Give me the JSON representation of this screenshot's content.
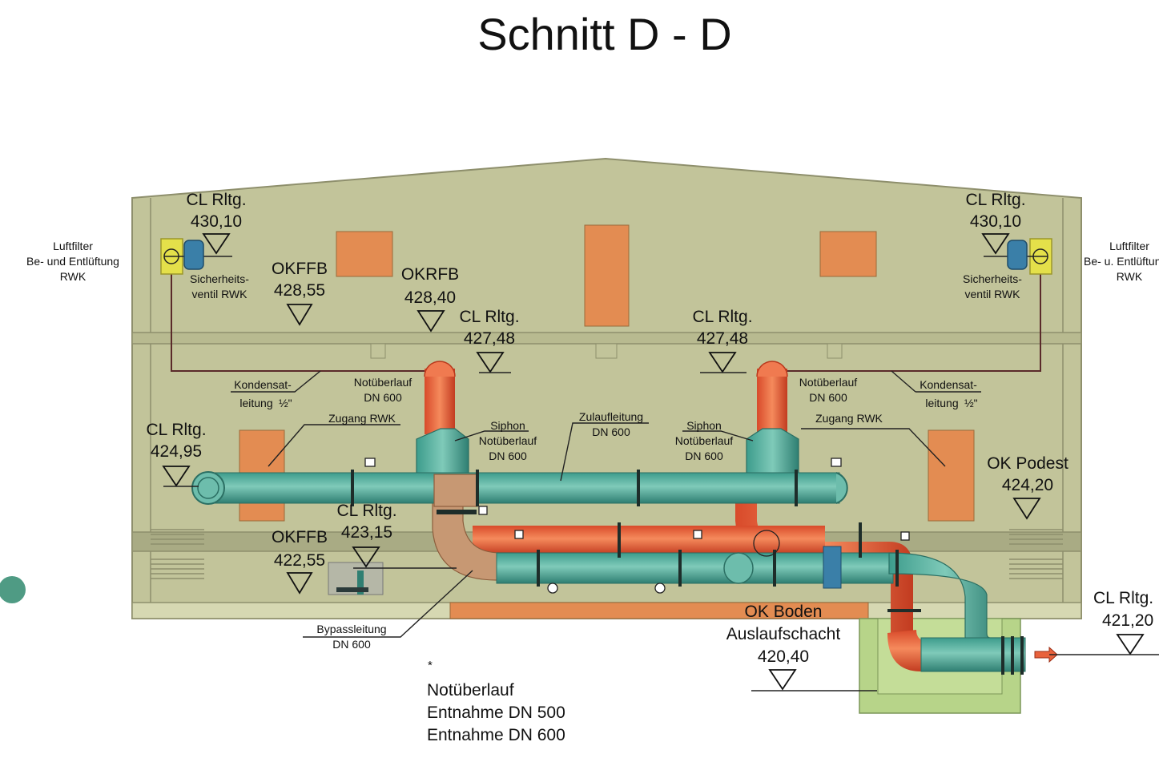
{
  "title": "Schnitt D - D",
  "colors": {
    "building": "#c2c49a",
    "building_line": "#8e8f6c",
    "opening": "#e38c52",
    "pipe_teal": "#4fae9e",
    "pipe_red": "#e8623c",
    "pipe_bypass": "#c79873",
    "sump": "#b7d489",
    "filter": "#e4e04a"
  },
  "labels": {
    "cl_tl": "CL Rltg.",
    "cl_tl_val": "430,10",
    "cl_tr": "CL Rltg.",
    "cl_tr_val": "430,10",
    "luft_l1": "Luftfilter",
    "luft_l2": "Be- und Entlüftung",
    "luft_l3": "RWK",
    "luft_r1": "Luftfilter",
    "luft_r2": "Be- u. Entlüftung",
    "luft_r3": "RWK",
    "sich_l1": "Sicherheits-",
    "sich_l2": "ventil RWK",
    "sich_r1": "Sicherheits-",
    "sich_r2": "ventil RWK",
    "okffb_top": "OKFFB",
    "okffb_top_val": "428,55",
    "okrfb": "OKRFB",
    "okrfb_val": "428,40",
    "cl_m1": "CL Rltg.",
    "cl_m1_val": "427,48",
    "cl_m2": "CL Rltg.",
    "cl_m2_val": "427,48",
    "kond_l1": "Kondensat-",
    "kond_l2": "leitung",
    "kond_r1": "Kondensat-",
    "kond_r2": "leitung",
    "half": "½\"",
    "notue_l1": "Notüberlauf",
    "notue_l2": "DN 600",
    "notue_r1": "Notüberlauf",
    "notue_r2": "DN 600",
    "zugang_l": "Zugang RWK",
    "zugang_r": "Zugang RWK",
    "siphon_l1": "Siphon",
    "siphon_l2": "Notüberlauf",
    "siphon_l3": "DN 600",
    "siphon_r1": "Siphon",
    "siphon_r2": "Notüberlauf",
    "siphon_r3": "DN 600",
    "zulauf1": "Zulaufleitung",
    "zulauf2": "DN 600",
    "cl_left": "CL Rltg.",
    "cl_left_val": "424,95",
    "ok_podest": "OK Podest",
    "ok_podest_val": "424,20",
    "cl_low": "CL Rltg.",
    "cl_low_val": "423,15",
    "okffb_low": "OKFFB",
    "okffb_low_val": "422,55",
    "bypass1": "Bypassleitung",
    "bypass2": "DN 600",
    "ok_boden": "OK Boden",
    "auslauf": "Auslaufschacht",
    "auslauf_val": "420,40",
    "cl_right": "CL Rltg.",
    "cl_right_val": "421,20",
    "star": "*",
    "legend1": "Notüberlauf",
    "legend2": "Entnahme DN 500",
    "legend3": "Entnahme DN 600"
  }
}
